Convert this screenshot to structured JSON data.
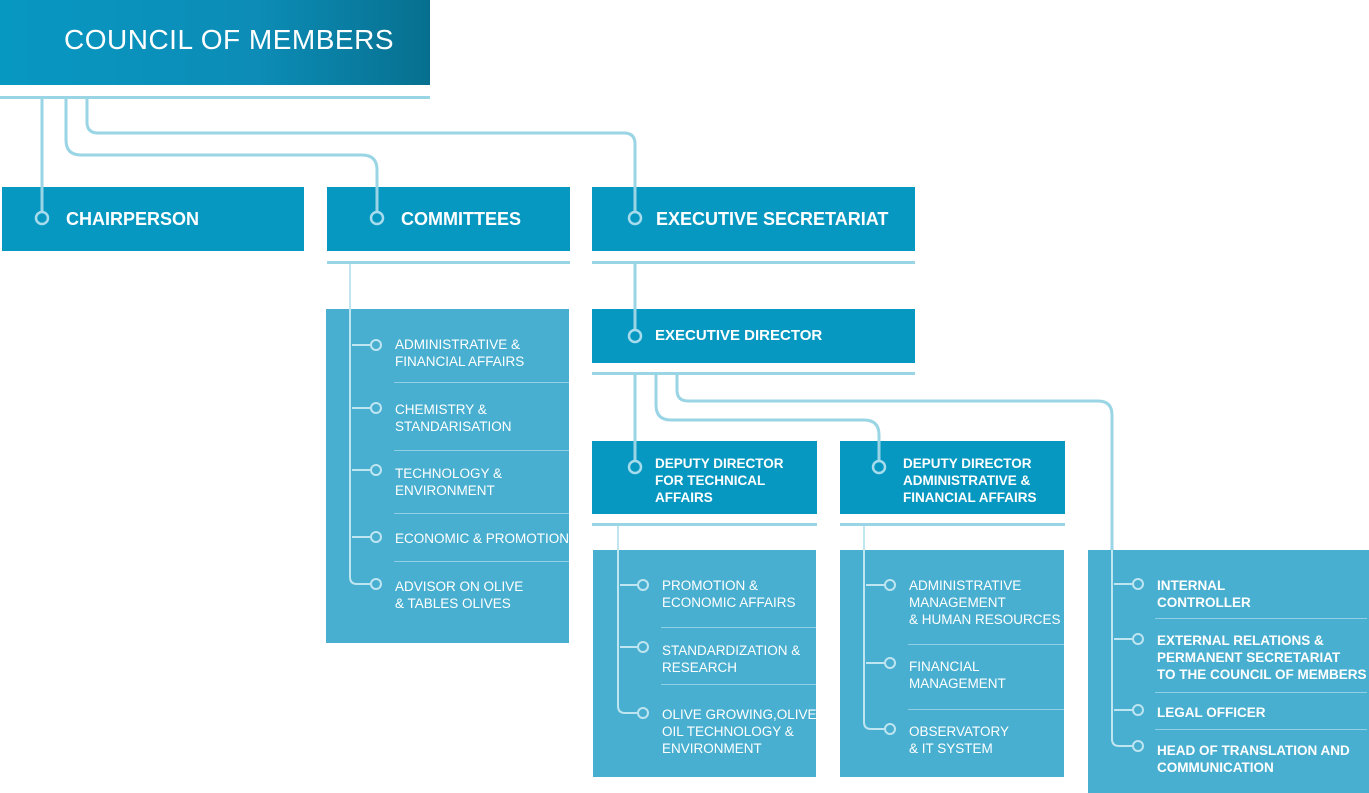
{
  "council": "COUNCIL OF MEMBERS",
  "chairperson": "CHAIRPERSON",
  "committees": {
    "title": "COMMITTEES",
    "items": [
      [
        "ADMINISTRATIVE &",
        "FINANCIAL AFFAIRS"
      ],
      [
        "CHEMISTRY &",
        "STANDARISATION"
      ],
      [
        "TECHNOLOGY &",
        "ENVIRONMENT"
      ],
      [
        "ECONOMIC & PROMOTION"
      ],
      [
        "ADVISOR ON OLIVE",
        "& TABLES OLIVES"
      ]
    ]
  },
  "executive_secretariat": "EXECUTIVE SECRETARIAT",
  "executive_director": "EXECUTIVE DIRECTOR",
  "deputy_technical": {
    "title": [
      "DEPUTY DIRECTOR",
      "FOR TECHNICAL",
      "AFFAIRS"
    ],
    "items": [
      [
        "PROMOTION &",
        "ECONOMIC AFFAIRS"
      ],
      [
        "STANDARDIZATION &",
        "RESEARCH"
      ],
      [
        "OLIVE GROWING,OLIVE",
        "OIL TECHNOLOGY &",
        "ENVIRONMENT"
      ]
    ]
  },
  "deputy_admin": {
    "title": [
      "DEPUTY DIRECTOR",
      "ADMINISTRATIVE &",
      "FINANCIAL AFFAIRS"
    ],
    "items": [
      [
        "ADMINISTRATIVE",
        "MANAGEMENT",
        "& HUMAN RESOURCES"
      ],
      [
        "FINANCIAL",
        "MANAGEMENT"
      ],
      [
        "OBSERVATORY",
        "& IT SYSTEM"
      ]
    ]
  },
  "direct_reports": {
    "items": [
      [
        "INTERNAL",
        "CONTROLLER"
      ],
      [
        "EXTERNAL RELATIONS &",
        "PERMANENT SECRETARIAT",
        "TO THE COUNCIL OF MEMBERS"
      ],
      [
        "LEGAL OFFICER"
      ],
      [
        "HEAD OF TRANSLATION AND",
        "COMMUNICATION"
      ]
    ]
  },
  "colors": {
    "dark_box": "#0798c2",
    "light_box": "#48afd0",
    "line": "#9ad5e6"
  }
}
